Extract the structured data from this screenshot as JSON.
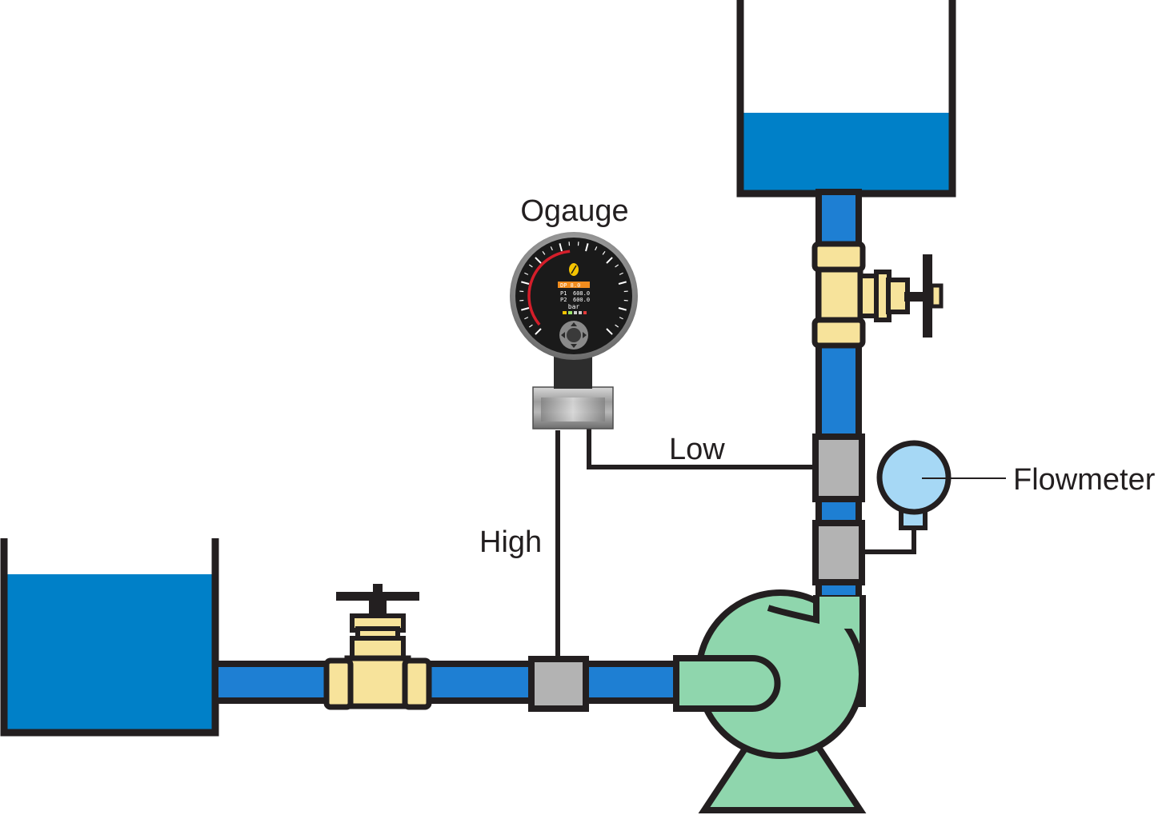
{
  "labels": {
    "gauge": "Ogauge",
    "high": "High",
    "low": "Low",
    "flowmeter": "Flowmeter"
  },
  "gauge_display": {
    "header": "DP 8.0",
    "p1_label": "P1",
    "p1_value": "608.0",
    "p2_label": "P2",
    "p2_value": "600.0",
    "unit": "bar"
  },
  "colors": {
    "water": "#0080c8",
    "pipe": "#1e7fd3",
    "outline": "#231f20",
    "valve_body": "#f7e39b",
    "fitting": "#b3b3b3",
    "pump": "#8fd6ad",
    "flowmeter": "#a6d8f5",
    "gauge_face": "#1a1a1a",
    "gauge_redzone": "#d41e2a",
    "display_header": "#f08c1e"
  },
  "icons": {
    "gauge_logo": "ogauge-logo-icon",
    "gauge_nav": "nav-pad-icon"
  }
}
